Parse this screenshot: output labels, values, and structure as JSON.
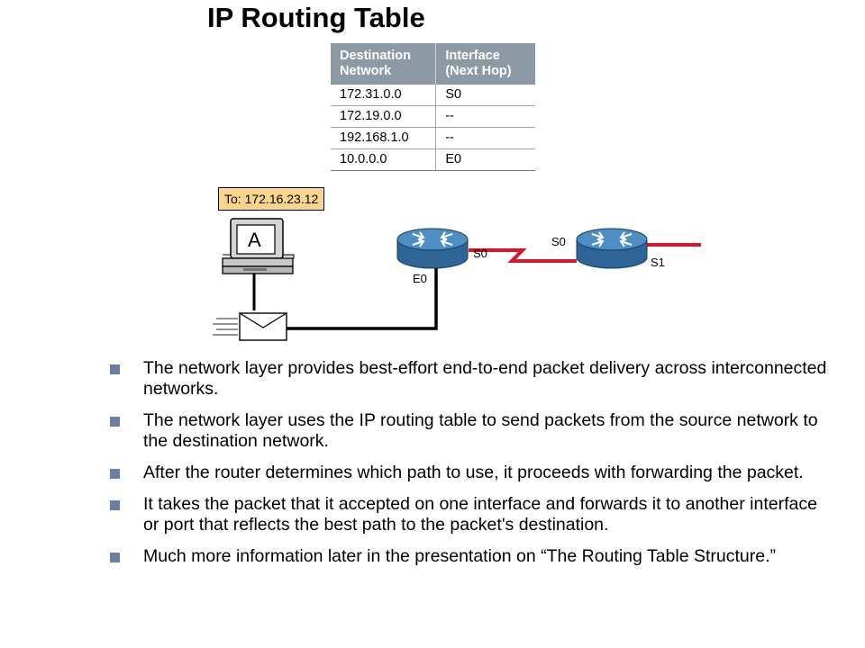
{
  "title": "IP Routing Table",
  "routing_table": {
    "headers": [
      "Destination\nNetwork",
      "Interface\n(Next Hop)"
    ],
    "header_dest_lines": [
      "Destination",
      "Network"
    ],
    "header_iface_lines": [
      "Interface",
      "(Next Hop)"
    ],
    "rows": [
      {
        "dest": "172.31.0.0",
        "iface": "S0"
      },
      {
        "dest": "172.19.0.0",
        "iface": "--"
      },
      {
        "dest": "192.168.1.0",
        "iface": "--"
      },
      {
        "dest": "10.0.0.0",
        "iface": "E0"
      }
    ]
  },
  "diagram": {
    "packet_destination": "To: 172.16.23.12",
    "host_label": "A",
    "ports": {
      "router1_serial": "S0",
      "router1_ethernet": "E0",
      "router2_serial_in": "S0",
      "router2_serial_out": "S1"
    },
    "colors": {
      "serial_link": "#d3182b",
      "router_fill": "#3f7fb2",
      "bubble": "#fbd589",
      "table_header": "#8d9aa6",
      "bullet": "#6b7fa3"
    }
  },
  "bullets": [
    "The network layer provides best-effort end-to-end packet delivery across interconnected networks.",
    "The network layer uses the IP routing table to send packets from the source network to the destination network.",
    "After the router determines which path to use, it proceeds with forwarding the packet.",
    "It takes the packet that it accepted on one interface and forwards it to another interface or port that reflects the best path to the packet's destination.",
    "Much more information later in the presentation on “The Routing Table Structure.”"
  ]
}
